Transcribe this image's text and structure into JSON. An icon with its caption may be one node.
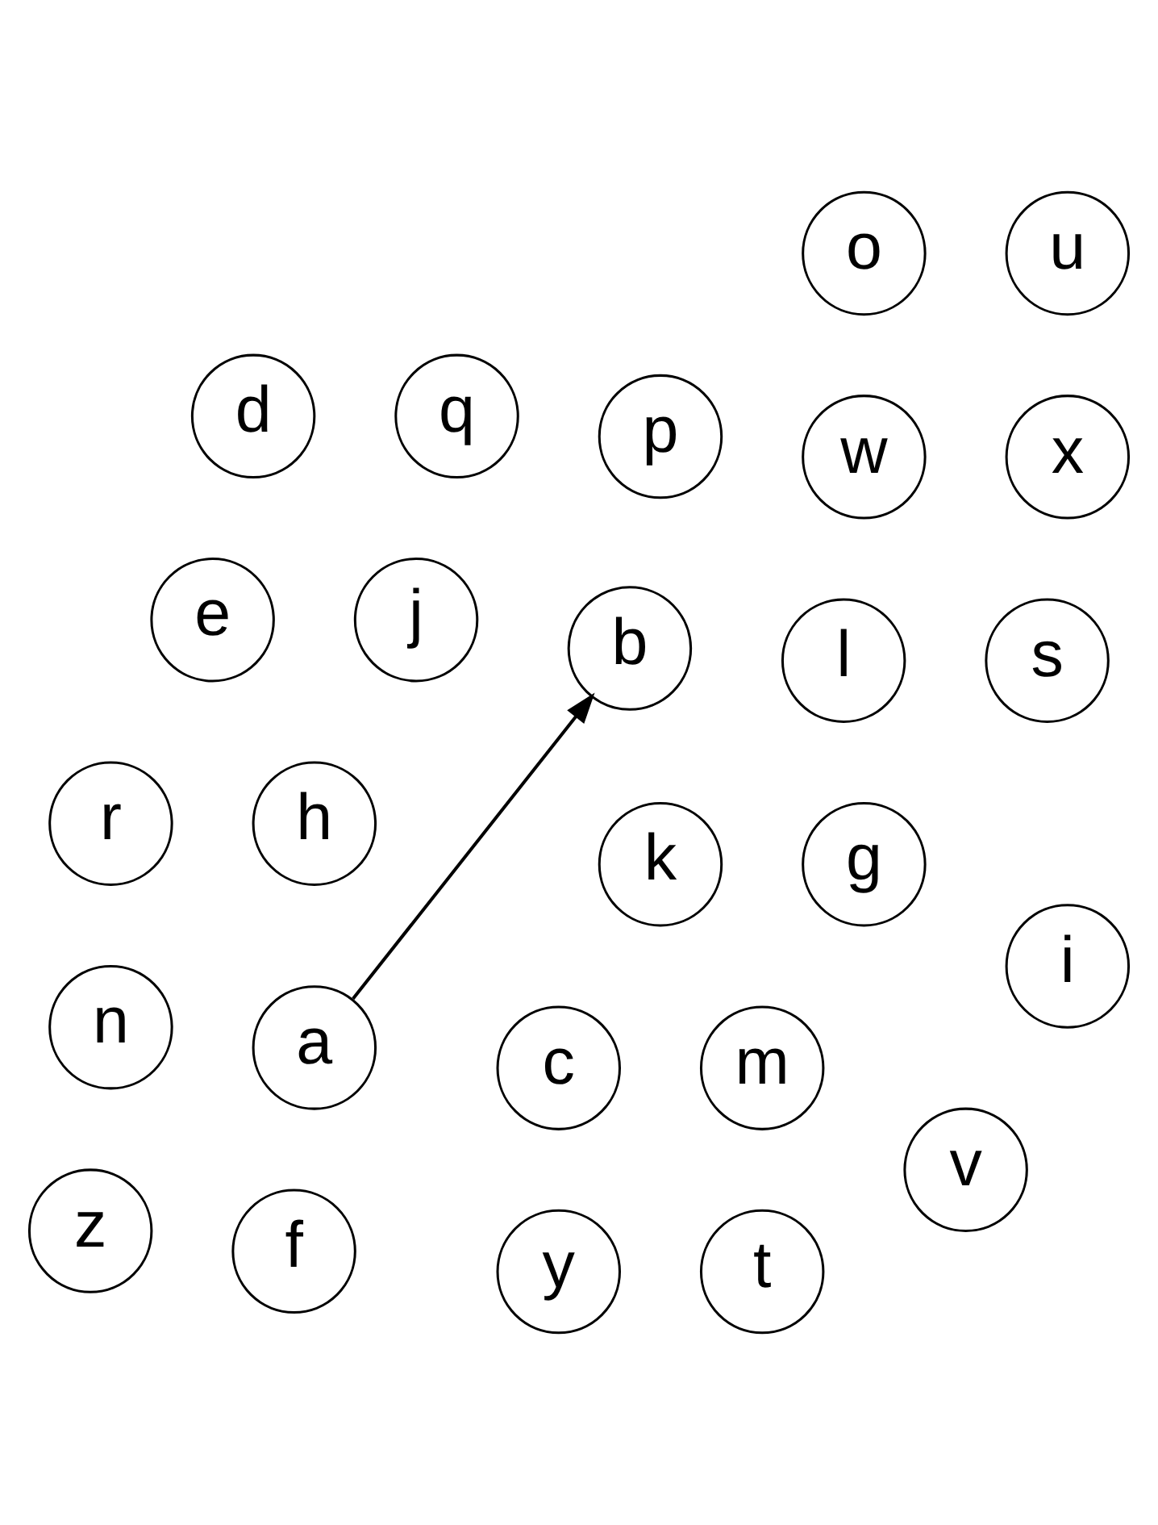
{
  "diagram": {
    "nodes": [
      {
        "text": [
          "k"
        ]
      },
      {
        "text": [
          "j"
        ]
      },
      {
        "text": [
          "h"
        ]
      },
      {
        "text": [
          "l"
        ]
      },
      {
        "text": [
          "c"
        ]
      },
      {
        "text": [
          "m"
        ]
      },
      {
        "text": [
          "g"
        ]
      },
      {
        "text": [
          "w"
        ]
      },
      {
        "text": [
          "b"
        ]
      },
      {
        "text": [
          "p"
        ]
      },
      {
        "text": [
          "q"
        ]
      },
      {
        "text": [
          "d"
        ]
      },
      {
        "text": [
          "e"
        ]
      },
      {
        "text": [
          "v"
        ]
      },
      {
        "text": [
          "r"
        ]
      },
      {
        "text": [
          "n"
        ]
      },
      {
        "text": [
          "z"
        ]
      },
      {
        "text": [
          "s"
        ]
      },
      {
        "text": [
          "f"
        ]
      },
      {
        "text": [
          "y"
        ]
      },
      {
        "text": [
          "t"
        ]
      },
      {
        "text": [
          "i"
        ]
      },
      {
        "text": [
          "a"
        ]
      },
      {
        "text": [
          "x"
        ]
      },
      {
        "text": [
          "u"
        ]
      },
      {
        "text": [
          "o"
        ]
      }
    ],
    "edges": [
      {
        "from": 22,
        "to": 8,
        "arrow": "to"
      }
    ]
  }
}
